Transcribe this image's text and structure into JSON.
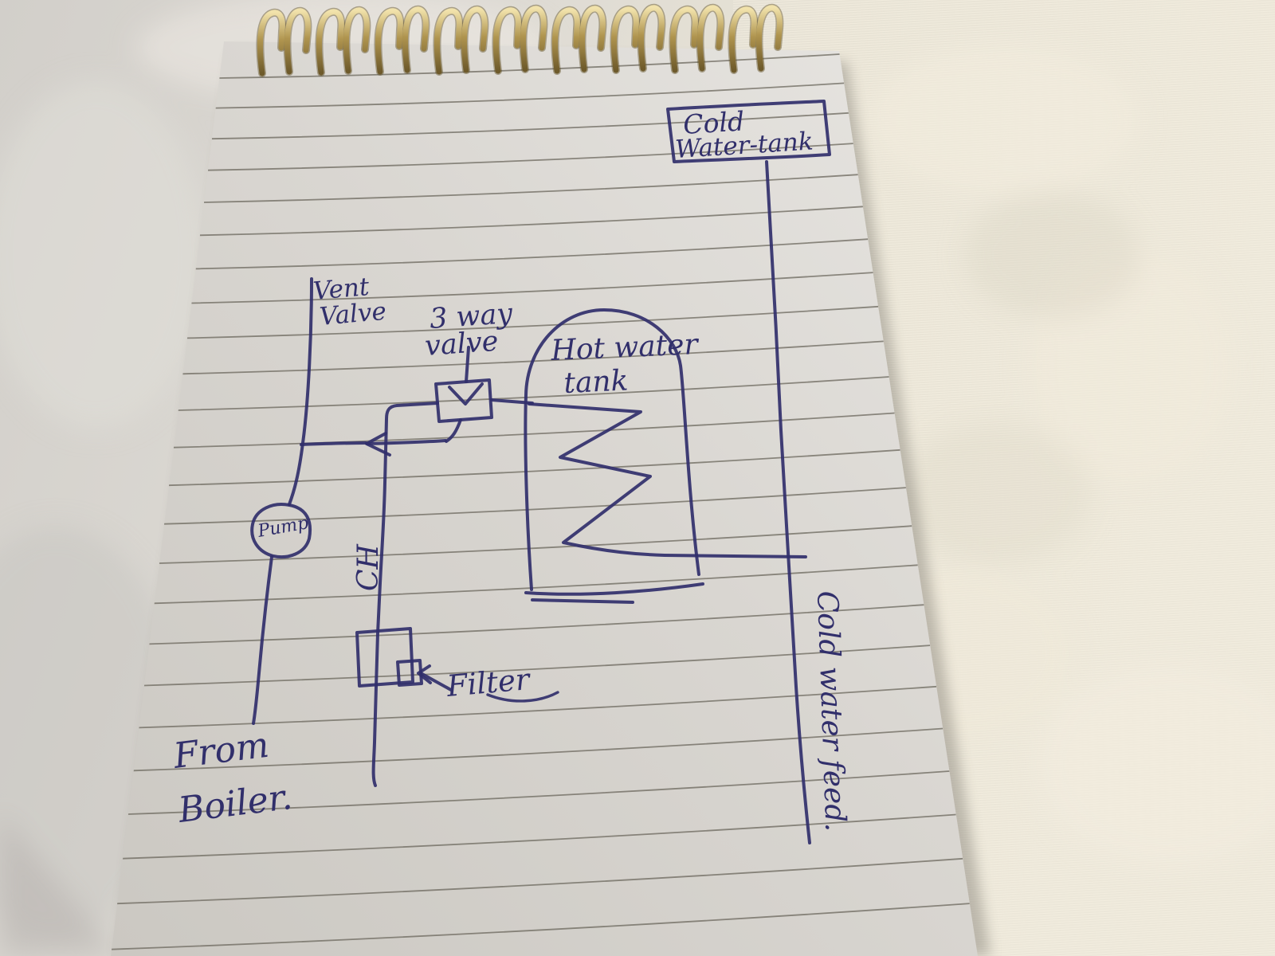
{
  "colors": {
    "ink": "#312f6b",
    "paper": "#d9d6d1",
    "rule_line": "#6f6b62",
    "binding_brass": "#b0954f",
    "tablecloth_left": "#d5d2cd",
    "tablecloth_right": "#eae5d8"
  },
  "binding": {
    "coil_count": 9
  },
  "diagram": {
    "labels": {
      "cold_tank_line1": "Cold",
      "cold_tank_line2": "Water-tank",
      "vent_valve_line1": "Vent",
      "vent_valve_line2": "Valve",
      "three_way_valve_line1": "3 way",
      "three_way_valve_line2": "valve",
      "hot_water_tank_line1": "Hot water",
      "hot_water_tank_line2": "tank",
      "pump": "Pump",
      "ch_pipe": "CH",
      "filter": "Filter",
      "from_boiler_line1": "From",
      "from_boiler_line2": "Boiler.",
      "cold_water_feed": "Cold water feed."
    }
  }
}
